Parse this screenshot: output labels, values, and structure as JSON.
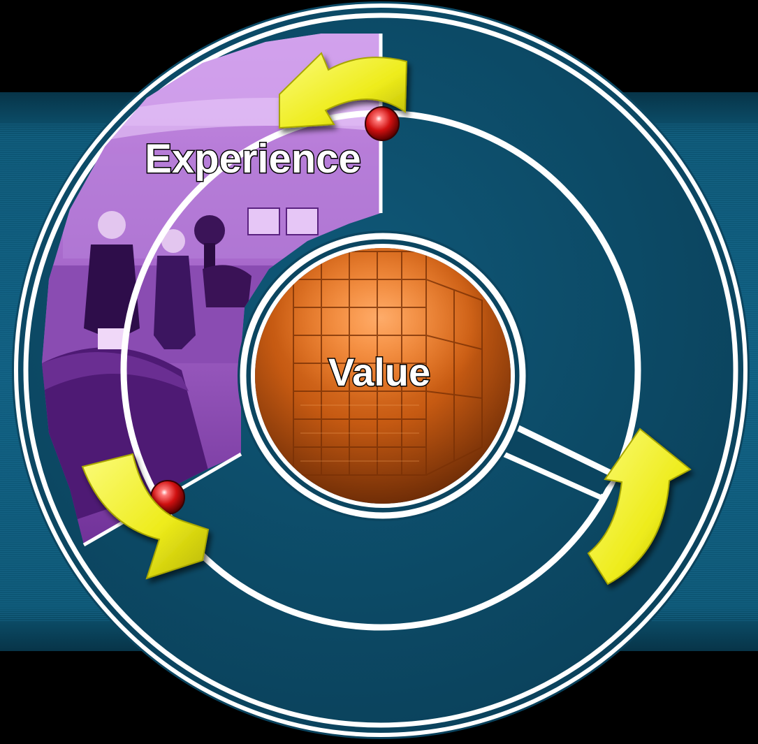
{
  "diagram": {
    "outer_label": "Experience",
    "center_label": "Value"
  },
  "colors": {
    "background": "#000000",
    "band": "#0f5a7a",
    "band_dark": "#073448",
    "disc": "#0e4a66",
    "ring_line": "#ffffff",
    "photo_tint": "#a35fc9",
    "center_orange": "#c85a10",
    "arrow_yellow": "#f4f21a",
    "node_red": "#cc0000"
  },
  "icons": {
    "arrows": [
      "curved-arrow-icon",
      "curved-arrow-icon",
      "curved-arrow-icon"
    ],
    "nodes": [
      "red-ball-icon",
      "red-ball-icon"
    ],
    "photo": "office-lobby-photo",
    "building": "glass-building-photo"
  }
}
